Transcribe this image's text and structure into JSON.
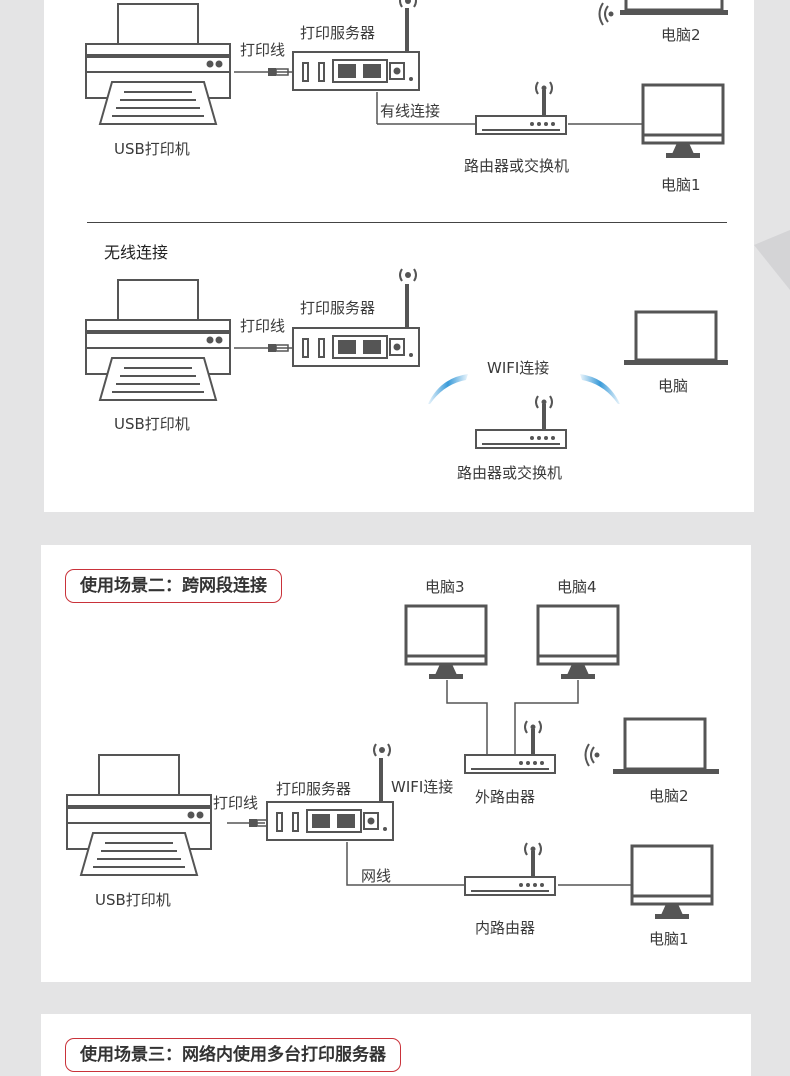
{
  "colors": {
    "accent": "#c9323a",
    "device": "#555555",
    "wifi": "#3a9bd9"
  },
  "section_wired": {
    "printer_cable": "打印线",
    "print_server": "打印服务器",
    "usb_printer": "USB打印机",
    "wired_link": "有线连接",
    "router": "路由器或交换机",
    "pc1": "电脑1",
    "pc2": "电脑2"
  },
  "section_wireless": {
    "heading": "无线连接",
    "printer_cable": "打印线",
    "print_server": "打印服务器",
    "usb_printer": "USB打印机",
    "wifi_link": "WIFI连接",
    "router": "路由器或交换机",
    "pc": "电脑"
  },
  "scenario2": {
    "title": "使用场景二：跨网段连接",
    "pc3": "电脑3",
    "pc4": "电脑4",
    "pc2": "电脑2",
    "pc1": "电脑1",
    "printer_cable": "打印线",
    "print_server": "打印服务器",
    "wifi_link": "WIFI连接",
    "outer_router": "外路由器",
    "network_cable": "网线",
    "inner_router": "内路由器",
    "usb_printer": "USB打印机"
  },
  "scenario3": {
    "title": "使用场景三：网络内使用多台打印服务器"
  }
}
